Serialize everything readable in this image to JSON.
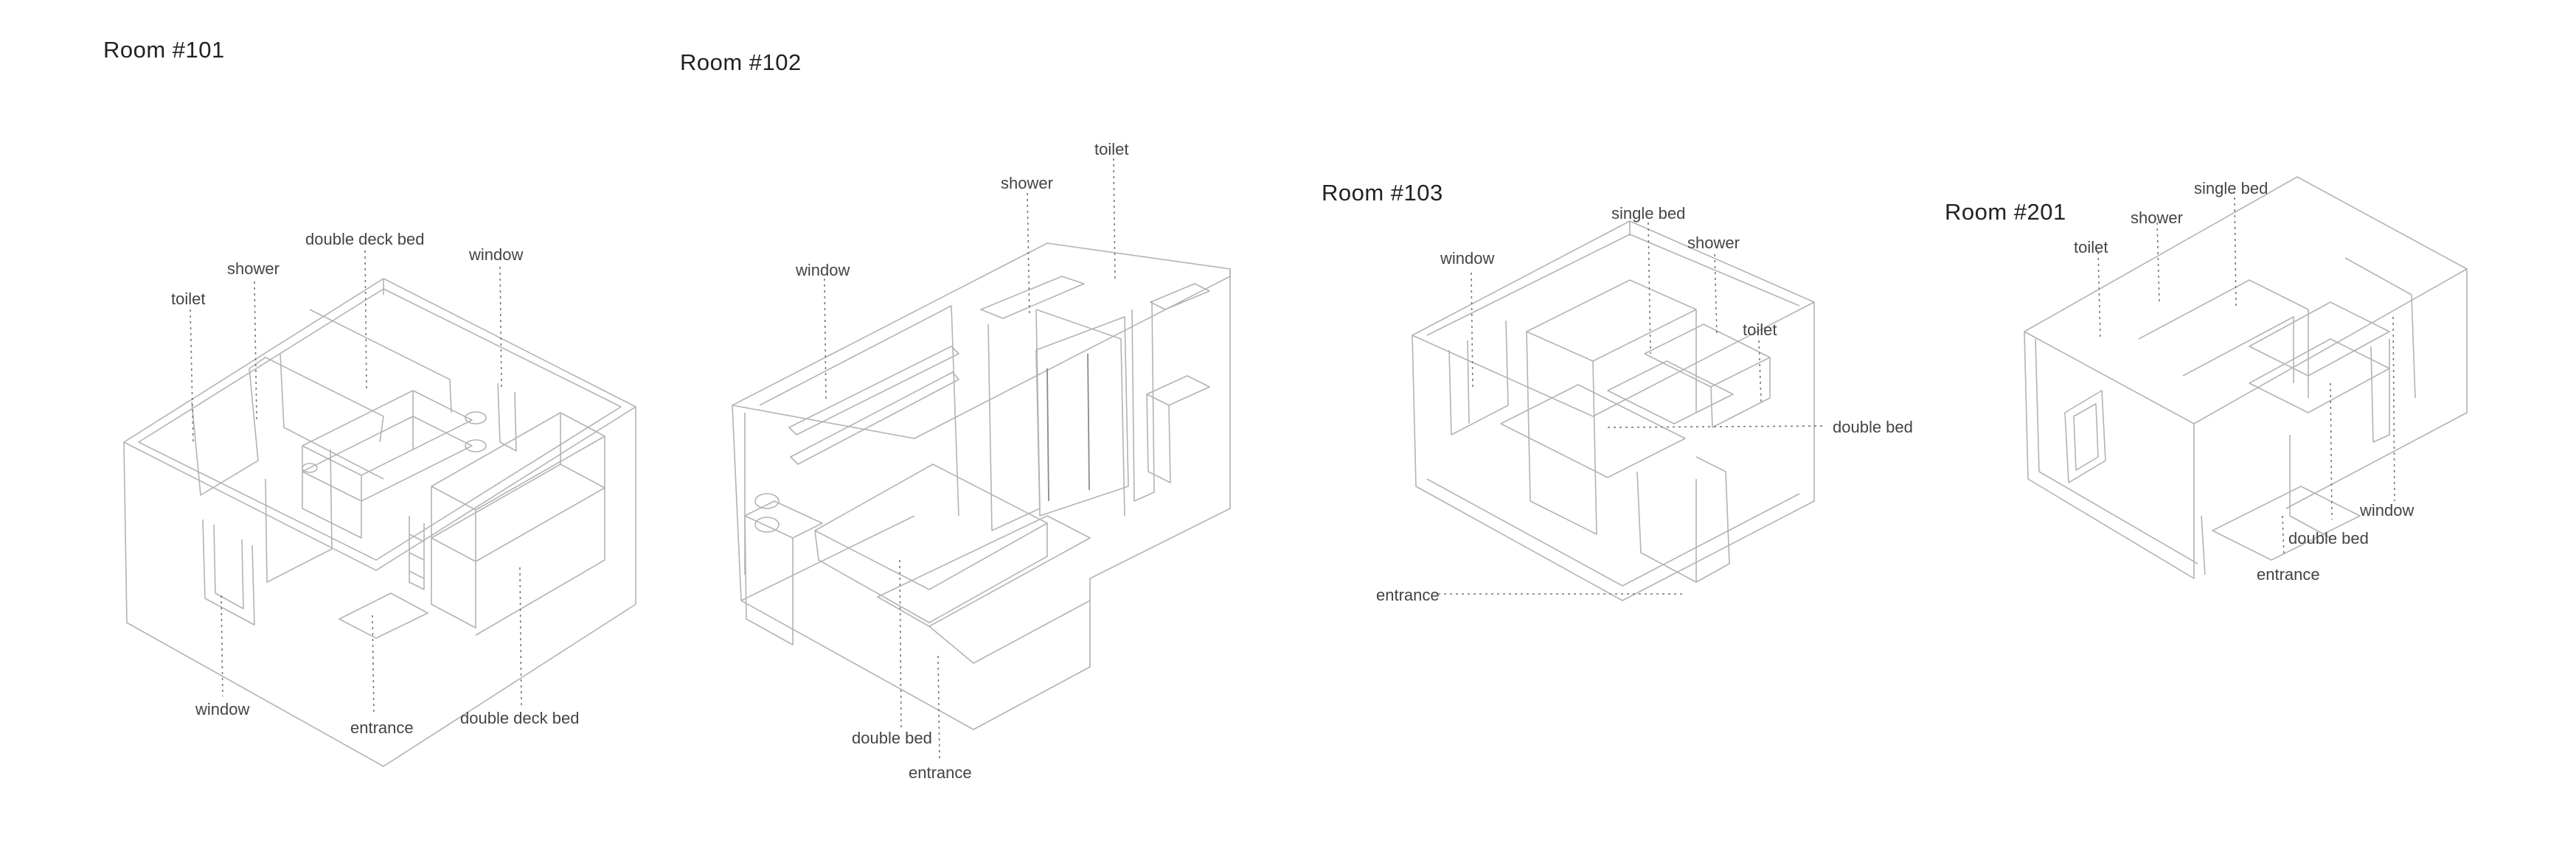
{
  "rooms": [
    {
      "title": "Room #101",
      "labels": {
        "toilet": "toilet",
        "shower": "shower",
        "double_deck_bed_top": "double deck bed",
        "window_top": "window",
        "window_bottom": "window",
        "entrance": "entrance",
        "double_deck_bed_bottom": "double deck bed"
      }
    },
    {
      "title": "Room #102",
      "labels": {
        "toilet": "toilet",
        "shower": "shower",
        "window": "window",
        "double_bed": "double bed",
        "entrance": "entrance"
      }
    },
    {
      "title": "Room #103",
      "labels": {
        "single_bed": "single bed",
        "shower": "shower",
        "window": "window",
        "toilet": "toilet",
        "double_bed": "double bed",
        "entrance": "entrance"
      }
    },
    {
      "title": "Room #201",
      "labels": {
        "single_bed": "single bed",
        "shower": "shower",
        "toilet": "toilet",
        "window": "window",
        "double_bed": "double bed",
        "entrance": "entrance"
      }
    }
  ]
}
